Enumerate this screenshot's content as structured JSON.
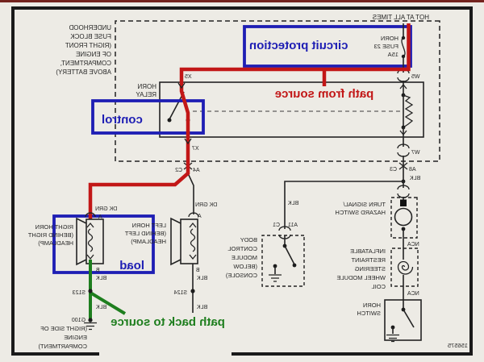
{
  "title_block": {
    "doc_number": "156575"
  },
  "colors": {
    "path_from_source_red": "#c21717",
    "highlight_blue": "#1e1eb4",
    "path_back_green": "#1e7e1e",
    "wire_black": "#232323",
    "paper": "#edebe5",
    "top_edge_maroon": "#73231e"
  },
  "annotations": {
    "circuit_protection": "circuit protection",
    "path_from_source": "path from source",
    "control": "control",
    "load": "load",
    "path_back_to_source": "path back to source"
  },
  "power": {
    "hot_label": "HOT AT ALL TIMES",
    "fuse_lines": [
      "HORN",
      "FUSE 23",
      "15A"
    ],
    "fuse_block_lines": [
      "UNDERHOOD",
      "FUSE BLOCK",
      "(RIGHT FRONT",
      "OF ENGINE",
      "COMPARTMENT,",
      "ABOVE BATTERY)"
    ]
  },
  "relay": {
    "name_lines": [
      "HORN",
      "RELAY"
    ],
    "pin_x5": "X5",
    "pin_x7": "X7",
    "pin_w5": "W5",
    "pin_w7": "W7"
  },
  "connectors": {
    "a4": "A4",
    "c2": "C2",
    "a8": "A8",
    "c3": "C3",
    "a11": "A11",
    "c1": "C1"
  },
  "wire_labels": {
    "dk_grn": "DK GRN",
    "blk": "BLK",
    "nca": "NCA",
    "term_a": "A",
    "term_b": "B"
  },
  "components": {
    "left_horn_lines": [
      "LEFT HORN",
      "(BEHIND LEFT",
      "HEADLAMP)"
    ],
    "right_horn_lines": [
      "RIGHT HORN",
      "(BEHIND RIGHT",
      "HEADLAMP)"
    ],
    "bcm_lines": [
      "BODY",
      "CONTROL",
      "MODULE",
      "(BELOW",
      "CONSOLE)"
    ],
    "turn_signal_lines": [
      "TURN SIGNAL/",
      "HAZARD SWITCH"
    ],
    "sir_coil_lines": [
      "INFLATABLE",
      "RESTRAINT",
      "STEERING",
      "WHEEL MODULE",
      "COIL"
    ],
    "horn_switch_lines": [
      "HORN",
      "SWITCH"
    ]
  },
  "grounds": {
    "g100": "G100",
    "g100_location_lines": [
      "(RIGHT SIDE OF",
      "ENGINE",
      "COMPARTMENT)"
    ],
    "s123": "S123",
    "s124": "S124"
  }
}
